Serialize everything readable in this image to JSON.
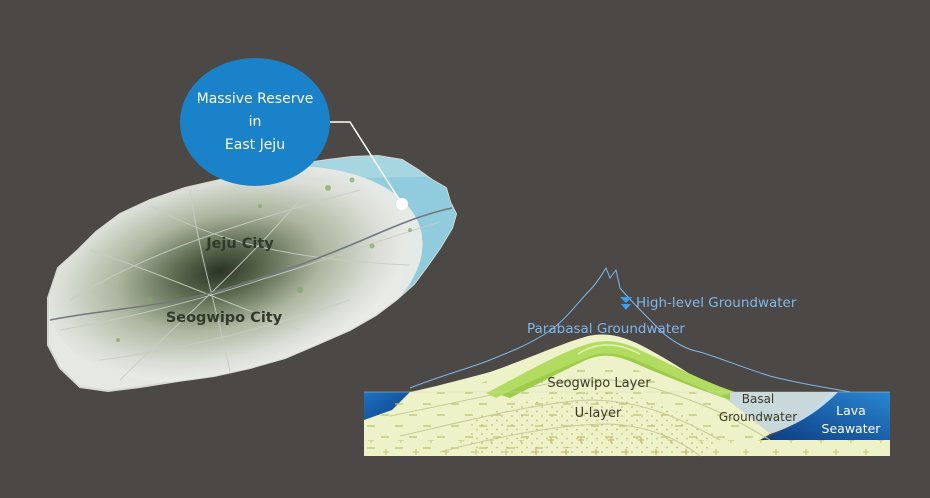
{
  "callout": {
    "line1": "Massive Reserve",
    "line2": "in",
    "line3": "East Jeju"
  },
  "map": {
    "north_city": "Jeju City",
    "south_city": "Seogwipo City"
  },
  "cross_section": {
    "high_level": "High-level Groundwater",
    "parabasal": "Parabasal Groundwater",
    "seogwipo_layer": "Seogwipo Layer",
    "u_layer": "U-layer",
    "basal_line1": "Basal",
    "basal_line2": "Groundwater",
    "lava_line1": "Lava",
    "lava_line2": "Seawater"
  },
  "colors": {
    "background": "#4b4846",
    "callout": "#1a82c9",
    "label_blue": "#7fb8ea",
    "layer_green": "#9ccc4a",
    "sediment": "#eef2c8",
    "sea": "#1a5fa8"
  }
}
